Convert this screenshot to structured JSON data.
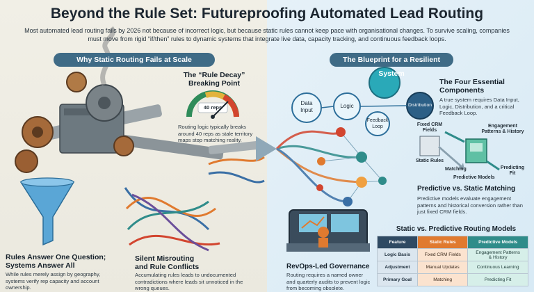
{
  "header": {
    "title": "Beyond the Rule Set: Futureproofing Automated Lead Routing",
    "subtitle": "Most automated lead routing fails by 2026 not because of incorrect logic, but because static rules cannot keep pace with organisational changes. To survive scaling, companies must move from rigid “if/then” rules to dynamic systems that integrate live data, capacity tracking, and continuous feedback loops."
  },
  "left": {
    "section_title": "Why Static Routing Fails at Scale",
    "rule_decay": {
      "title_line1": "The “Rule Decay”",
      "title_line2": "Breaking Point",
      "gauge_label": "40 reps",
      "description": "Routing logic typically breaks around 40 reps as stale territory maps stop matching reality."
    },
    "rules_answer": {
      "title_line1": "Rules Answer One Question;",
      "title_line2": "Systems Answer All",
      "description": "While rules merely assign by geography, systems verify rep capacity and account ownership."
    },
    "silent_misrouting": {
      "title_line1": "Silent Misrouting",
      "title_line2": "and Rule Conflicts",
      "description": "Accumulating rules leads to undocumented contradictions where leads sit unnoticed in the wrong queues."
    }
  },
  "right": {
    "section_title": "The Blueprint for a Resilient System",
    "nodes": {
      "data_input_1": "Data",
      "data_input_2": "Input",
      "logic": "Logic",
      "distribution": "Distribution",
      "feedback_1": "Feedback",
      "feedback_2": "Loop"
    },
    "four_components": {
      "title_line1": "The Four Essential",
      "title_line2": "Components",
      "description": "A true system requires Data Input, Logic, Distribution, and a critical Feedback Loop."
    },
    "matching_diagram": {
      "fixed_crm_1": "Fixed CRM",
      "fixed_crm_2": "Fields",
      "engagement_1": "Engagement",
      "engagement_2": "Patterns & History",
      "static_rules": "Static Rules",
      "matching": "Matching",
      "predicting_1": "Predicting",
      "predicting_2": "Fit",
      "predictive_models": "Predictive Models"
    },
    "predictive_vs_static": {
      "title": "Predictive vs. Static Matching",
      "description": "Predictive models evaluate engagement patterns and historical conversion rather than just fixed CRM fields."
    },
    "governance": {
      "title": "RevOps-Led Governance",
      "description": "Routing requires a named owner and quarterly audits to prevent logic from becoming obsolete."
    },
    "comparison": {
      "title": "Static vs. Predictive Routing Models",
      "headers": [
        "Feature",
        "Static Rules",
        "Predictive Models"
      ],
      "rows": [
        {
          "feature": "Logic Basis",
          "static": "Fixed CRM Fields",
          "predictive_1": "Engagement Patterns",
          "predictive_2": "& History"
        },
        {
          "feature": "Adjustment",
          "static": "Manual Updates",
          "predictive_1": "Continuous Learning",
          "predictive_2": ""
        },
        {
          "feature": "Primary Goal",
          "static": "Matching",
          "predictive_1": "Predicting Fit",
          "predictive_2": ""
        }
      ]
    }
  },
  "colors": {
    "pill": "#3f6b86",
    "orange": "#e07a2f",
    "teal": "#2f8c8a",
    "navy": "#2f4a63"
  }
}
